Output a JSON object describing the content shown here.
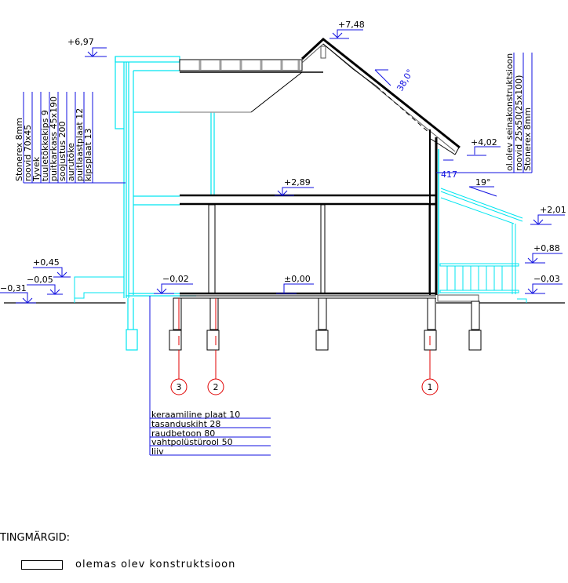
{
  "drawing": {
    "elevations": {
      "ridge": "+7,48",
      "eave_left": "+6,97",
      "eave_right": "+4,02",
      "second_floor": "+2,89",
      "porch_roof": "+2,01",
      "porch_rail": "+0,88",
      "first_floor": "±0,00",
      "floor_edge": "−0,02",
      "porch_floor": "−0,03",
      "step_top": "+0,45",
      "step_low": "−0,05",
      "ground": "−0,31"
    },
    "angles": {
      "main_roof": "38,0°",
      "porch_roof": "19°"
    },
    "dimension_417": "417",
    "wall_layers_left": [
      "Stonerex 8mm",
      "roovid 70x45",
      "Tyvek",
      "tuuletõkkekips 9",
      "puitkarkass 45x190",
      "soojustus 200",
      "aurutõke",
      "puitlaastplaat 12",
      "kipsplaat 13"
    ],
    "wall_layers_right": [
      "ol.olev seinakonstruktsioon",
      "roovid 25x50(25x100)",
      "Stonerex 8mm"
    ],
    "floor_layers": [
      "keraamiline plaat 10",
      "tasanduskiht 28",
      "raudbetoon 80",
      "vahtpolüstürool 50",
      "liiv"
    ],
    "axes": [
      "3",
      "2",
      "1"
    ]
  },
  "legend": {
    "title": "TINGMÄRGID:",
    "items": [
      {
        "label": "olemas olev konstruktsioon"
      }
    ]
  },
  "colors": {
    "cyan": "#00e5f0",
    "blue": "#1010e0",
    "red": "#e00000",
    "grey": "#a0a0a0"
  }
}
